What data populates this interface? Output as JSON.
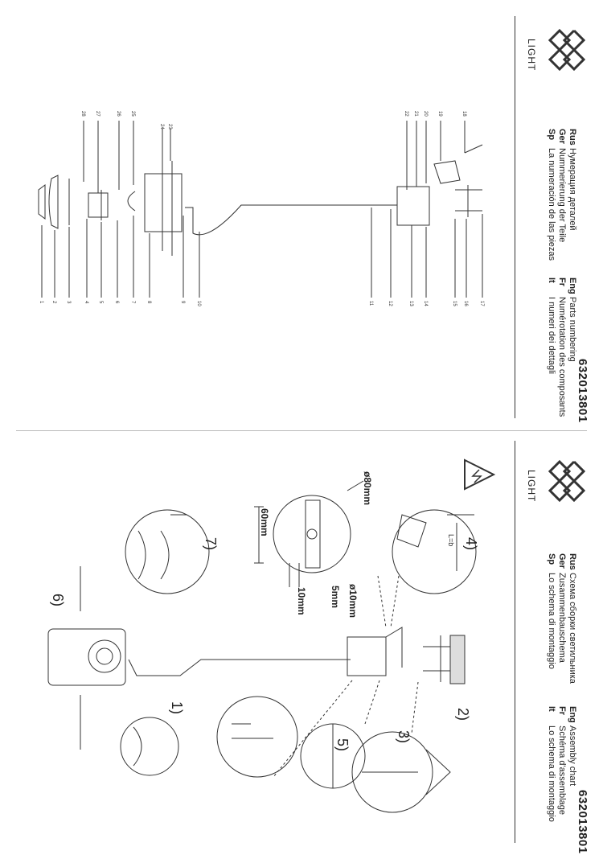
{
  "document": {
    "product_code": "632013801",
    "brand": {
      "name": "LIGHT",
      "logo": "wl-logo"
    }
  },
  "parts_sheet": {
    "product_code": "632013801",
    "legend": [
      {
        "lang": "Rus",
        "text": "Нумерация деталей"
      },
      {
        "lang": "Ger",
        "text": "Nummerierung der Teile"
      },
      {
        "lang": "Sp",
        "text": "La numeración de las piezas"
      },
      {
        "lang": "Eng",
        "text": "Parts numbering"
      },
      {
        "lang": "Fr",
        "text": "Numérotation des composants"
      },
      {
        "lang": "It",
        "text": "I numeri dei dettagli"
      }
    ],
    "part_numbers": [
      "1",
      "2",
      "3",
      "4",
      "5",
      "6",
      "7",
      "8",
      "9",
      "10",
      "11",
      "12",
      "13",
      "14",
      "15",
      "16",
      "17",
      "18",
      "19",
      "20",
      "21",
      "22",
      "23",
      "24",
      "25",
      "26",
      "27",
      "28"
    ]
  },
  "assembly_sheet": {
    "product_code": "632013801",
    "legend": [
      {
        "lang": "Rus",
        "text": "Схема сборки светильника"
      },
      {
        "lang": "Ger",
        "text": "Zusammenbauschema"
      },
      {
        "lang": "Sp",
        "text": "Lo schema di montaggio"
      },
      {
        "lang": "Eng",
        "text": "Assembly chart"
      },
      {
        "lang": "Fr",
        "text": "Schéma d'assemblage"
      },
      {
        "lang": "It",
        "text": "Lo schema di montaggio"
      }
    ],
    "steps": [
      "1)",
      "2)",
      "3)",
      "4)",
      "5)",
      "6)",
      "7)"
    ],
    "dimensions": {
      "diameter": "ø80mm",
      "length": "60mm",
      "hole": "ø10mm",
      "offset_a": "5mm",
      "offset_b": "10mm"
    },
    "wire_label": "L=b",
    "warning": "electric-hazard-icon"
  }
}
